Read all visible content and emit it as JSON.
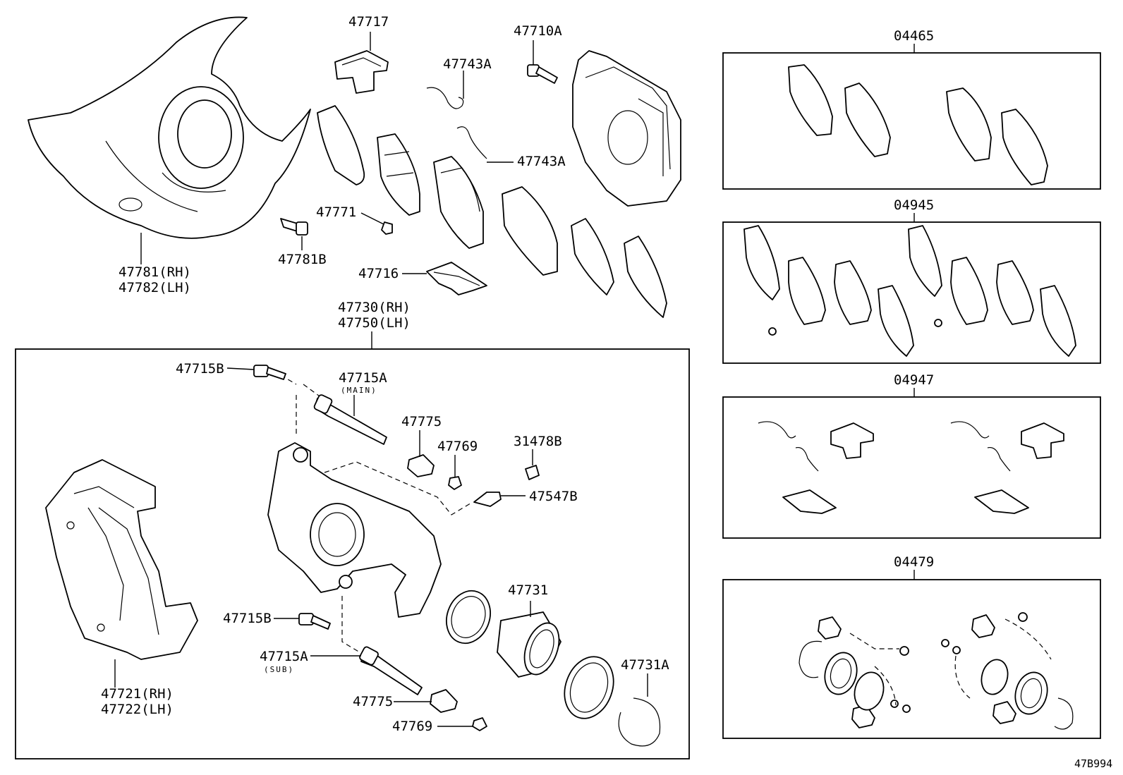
{
  "diagram": {
    "labels": {
      "p47717": "47717",
      "p47710A": "47710A",
      "p47743A_top": "47743A",
      "p47743A_mid": "47743A",
      "p47771": "47771",
      "p47781B": "47781B",
      "p47716": "47716",
      "p47781_rh": "47781(RH)",
      "p47782_lh": "47782(LH)",
      "p47730_rh": "47730(RH)",
      "p47750_lh": "47750(LH)",
      "p47715B_top": "47715B",
      "p47715A_main": "47715A",
      "main_note": "(MAIN)",
      "p47775_top": "47775",
      "p47769_top": "47769",
      "p31478B": "31478B",
      "p47547B": "47547B",
      "p47731": "47731",
      "p47731A": "47731A",
      "p47715B_bot": "47715B",
      "p47715A_sub": "47715A",
      "sub_note": "(SUB)",
      "p47775_bot": "47775",
      "p47769_bot": "47769",
      "p47721_rh": "47721(RH)",
      "p47722_lh": "47722(LH)",
      "kit_04465": "04465",
      "kit_04945": "04945",
      "kit_04947": "04947",
      "kit_04479": "04479",
      "ref_code": "47B994"
    }
  }
}
